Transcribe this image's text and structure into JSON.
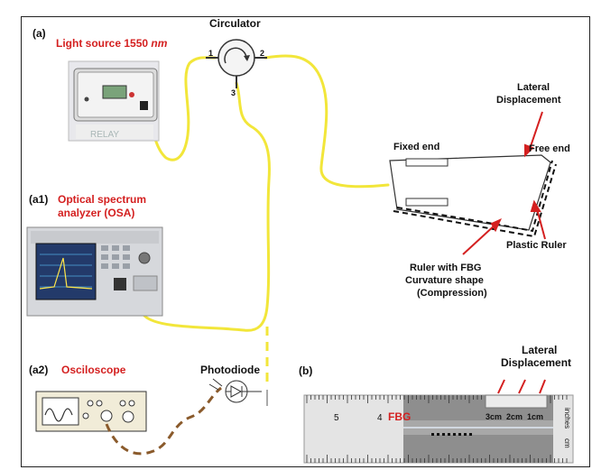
{
  "labels": {
    "panel_a": "(a)",
    "light_source": "Light source 1550",
    "light_source_unit": "nm",
    "circulator": "Circulator",
    "port1": "1",
    "port2": "2",
    "port3": "3",
    "lateral_top_1": "Lateral",
    "lateral_top_2": "Displacement",
    "fixed_end": "Fixed end",
    "free_end": "Free end",
    "plastic_ruler": "Plastic Ruler",
    "fbg_ruler_1": "Ruler with FBG",
    "fbg_ruler_2": "Curvature shape",
    "fbg_ruler_3": "(Compression)",
    "panel_a1": "(a1)",
    "osa_1": "Optical spectrum",
    "osa_2": "analyzer (OSA)",
    "panel_a2": "(a2)",
    "oscilloscope": "Osciloscope",
    "photodiode": "Photodiode",
    "panel_b": "(b)",
    "lateral_b_1": "Lateral",
    "lateral_b_2": "Displacement",
    "cm3": "3cm",
    "cm2": "2cm",
    "cm1": "1cm",
    "fbg": "FBG",
    "ruler_inches": "inches",
    "ruler_cm": "cm",
    "ruler_mark_5": "5",
    "ruler_mark_4": "4",
    "device_brand": "RELAY"
  },
  "colors": {
    "fiber": "#f2e63a",
    "label_red": "#d42020",
    "cable_brown": "#8a5a2b",
    "ruler_gray": "#8e8e8e"
  }
}
